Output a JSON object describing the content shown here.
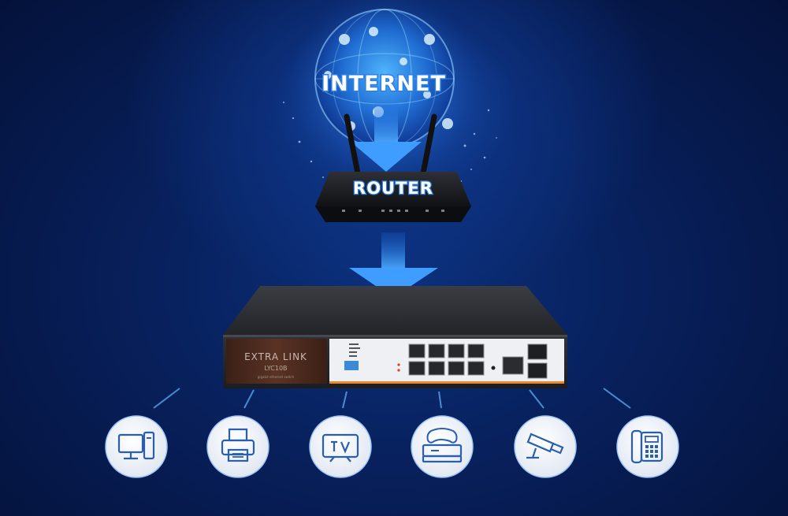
{
  "diagram": {
    "globe_label": "INTERNET",
    "router_label": "ROUTER",
    "switch": {
      "brand": "EXTRA LINK",
      "model": "LYC10B",
      "subtitle": "gigabit ethernet switch",
      "port_count": 8
    },
    "devices": [
      {
        "icon": "desktop-computer-icon"
      },
      {
        "icon": "printer-icon"
      },
      {
        "icon": "tv-icon"
      },
      {
        "icon": "game-console-icon"
      },
      {
        "icon": "security-camera-icon"
      },
      {
        "icon": "desk-phone-icon"
      }
    ]
  },
  "colors": {
    "background": "#071d55",
    "globe_glow": "#5ab8ff",
    "arrow": "#3b9cff",
    "switch_body": "#2c2e33",
    "switch_panel_wood": "#4a2a1e",
    "device_circle": "#eef2f8",
    "icon_stroke": "#2a5fae"
  }
}
